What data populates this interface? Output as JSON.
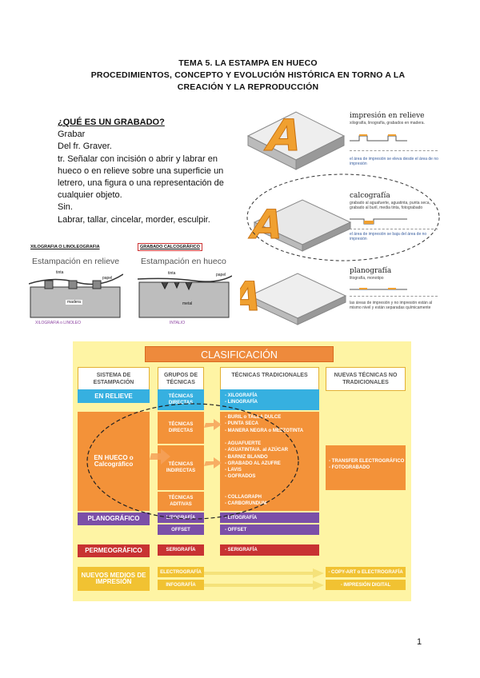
{
  "header": {
    "line1": "TEMA 5. LA ESTAMPA EN HUECO",
    "line2": "PROCEDIMIENTOS, CONCEPTO Y EVOLUCIÓN HISTÓRICA EN TORNO A LA",
    "line3": "CREACIÓN Y LA REPRODUCCIÓN"
  },
  "definition": {
    "question": "¿QUÉ ES UN GRABADO?",
    "lines": [
      "Grabar",
      "Del fr. Graver.",
      "tr. Señalar con incisión o abrir y labrar en",
      "hueco o en relieve sobre una superficie un",
      "letrero, una figura o una representación de",
      "cualquier objeto.",
      "Sin.",
      "Labrar, tallar, cincelar, morder, esculpir."
    ]
  },
  "figures": {
    "left": {
      "caption": "XILOGRAFIA O LINOLEOGRAFIA",
      "title": "Estampación en relieve",
      "paper": "papel",
      "matrix": "madera",
      "foot": "XILOGRAFIA o LINOLEO"
    },
    "right": {
      "caption": "GRABADO CALCOGRÁFICO",
      "title": "Estampación en hueco",
      "ink": "tinta",
      "paper": "papel",
      "matrix": "metal",
      "foot": "INTALIO"
    }
  },
  "techniques_panel": {
    "relief": {
      "title": "impresión en relieve",
      "sub": "xilografía, linografía, grabados en madera.",
      "note": "el área de impresión se eleva desde el área de no impresión"
    },
    "intaglio": {
      "title": "calcografía",
      "sub": "grabado al aguafuerte, aguatinta, punta seca, grabado al buril, media tinta, fotograbado",
      "note": "el área de impresión se baja del área de no impresión"
    },
    "flat": {
      "title": "planografía",
      "sub": "litografía, monotipo",
      "note": "las áreas de impresión y no impresión están al mismo nivel y están separadas químicamente"
    }
  },
  "classification": {
    "title": "CLASIFICACIÓN",
    "col1": "SISTEMA DE ESTAMPACIÓN",
    "col2": "GRUPOS DE TÉCNICAS",
    "col3": "TÉCNICAS TRADICIONALES",
    "col4": "NUEVAS TÉCNICAS NO TRADICIONALES",
    "relieve": {
      "system": "EN RELIEVE",
      "group": "TÉCNICAS DIRECTAS",
      "items": [
        "- XILOGRAFÍA",
        "- LINOGRAFÍA"
      ]
    },
    "hueco": {
      "system": "EN HUECO o Calcográfico",
      "directas": {
        "group": "TÉCNICAS DIRECTAS",
        "items": [
          "- BURIL o TALLA DULCE",
          "- PUNTA SECA",
          "- MANERA NEGRA o MEZZOTINTA"
        ]
      },
      "indirectas": {
        "group": "TÉCNICAS INDIRECTAS",
        "items": [
          "- AGUAFUERTE",
          "- AGUATINTA/A. al AZÚCAR",
          "- BARNIZ BLANDO",
          "- GRABADO AL AZUFRE",
          "- LAVIS",
          "- GOFRADOS"
        ]
      },
      "aditivas": {
        "group": "TÉCNICAS ADITIVAS",
        "items": [
          "- COLLAGRAPH",
          "- CARBORUNDUM"
        ]
      },
      "new": [
        "- TRANSFER ELECTROGRÁFICO",
        "- FOTOGRABADO"
      ]
    },
    "plano": {
      "system": "PLANOGRÁFICO",
      "g1": "LITOGRAFÍA",
      "t1": "- LITOGRAFÍA",
      "g2": "OFFSET",
      "t2": "- OFFSET"
    },
    "permeo": {
      "system": "PERMEOGRÁFICO",
      "group": "SERIGRAFÍA",
      "item": "- SERIGRAFÍA"
    },
    "nuevos": {
      "system": "NUEVOS MEDIOS DE IMPRESIÓN",
      "g1": "ELECTROGRAFÍA",
      "n1": "- COPY-ART o ELECTROGRAFÍA",
      "g2": "INFOGRAFÍA",
      "n2": "- IMPRESIÓN DIGITAL"
    }
  },
  "page_number": "1"
}
